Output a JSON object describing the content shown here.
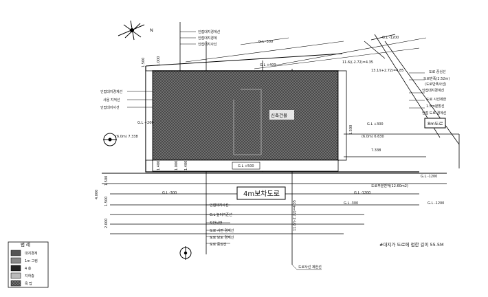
{
  "plan": {
    "building_name": "신축건물",
    "road_main": "4m보차도로",
    "road_east": "8m도로",
    "compass_label": "N",
    "note": "#대지가 도로에 접한 길이 55.5M",
    "bottom_callout": "도로사선 제한선",
    "road_dims": [
      "4.000",
      "1.500",
      "2.000",
      "1.500"
    ],
    "road_elevations": [
      "G.L -300",
      "G.L -1200"
    ],
    "building_dims": {
      "east_1": "7.338",
      "east_2": "(6.0m)  6.630",
      "west": "(6.0m)  7.338",
      "height_label": "11.8/(-2.72)=4.35",
      "height_top": "11.6/(-2.72)=4.35",
      "height_top2": "13.1/(+2.72)=4.85"
    },
    "elevations": [
      "G.L +400",
      "G.L +500",
      "G.L +200",
      "G.L +300",
      "G.L -1200",
      "G.L -300"
    ],
    "small_dims": [
      "1.500",
      "1.000",
      "1.400",
      "1.000",
      "1.400",
      "1.500"
    ],
    "labels_top": [
      "인접대지경계선",
      "인접대지경계",
      "인접대지사선"
    ],
    "labels_left": [
      "인접대지경계선",
      "사용 지적선",
      "인접대지사선"
    ],
    "labels_right": [
      "도로 중심선",
      "도로반폭(2.52m)",
      "(도로반폭사선)",
      "인접대지경계선",
      "도로 사선제한",
      "1.5m분할선",
      "인접 도로 경계선"
    ],
    "labels_bottom": [
      "인접대지사선",
      "G.L 높이기준선",
      "지반사면",
      "도로 사면 경계선",
      "도로 보도 경계선",
      "도로 중심선"
    ],
    "road_width_label": "도로부분면적(12.60m2)"
  },
  "legend": {
    "title": "범 례",
    "items": [
      {
        "label": "대지경계",
        "pattern": "hatch"
      },
      {
        "label": "1m 그림",
        "pattern": "dots"
      },
      {
        "label": "4 층",
        "pattern": "solid"
      },
      {
        "label": "지하층",
        "pattern": "light"
      },
      {
        "label": "옥 탑",
        "pattern": "cross"
      }
    ]
  }
}
